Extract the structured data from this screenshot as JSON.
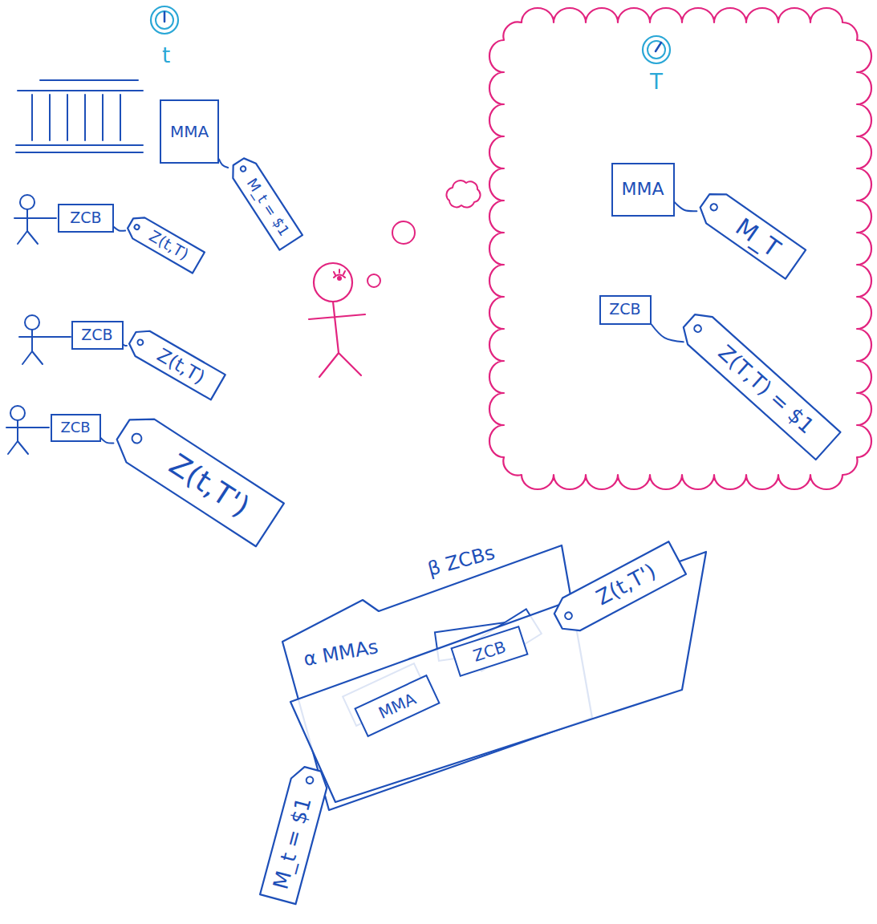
{
  "diagram": {
    "nodes": [
      {
        "text": [
          "MMA"
        ]
      },
      {
        "text": [
          "M_t = $1"
        ]
      },
      {
        "text": [
          "ZCB"
        ]
      },
      {
        "text": [
          "Z(t,T)"
        ]
      },
      {
        "text": [
          "ZCB"
        ]
      },
      {
        "text": [
          "Z(t,T)"
        ]
      },
      {
        "text": [
          "ZCB"
        ]
      },
      {
        "text": [
          "Z(t,T')"
        ]
      },
      {
        "text": [
          "MMA"
        ]
      },
      {
        "text": [
          "M_T"
        ]
      },
      {
        "text": [
          "ZCB"
        ]
      },
      {
        "text": [
          "Z(T,T) = $1"
        ]
      },
      {
        "text": [
          "β ZCBs",
          "α MMAs"
        ]
      },
      {
        "text": [
          "MMA"
        ],
        "in": 12
      },
      {
        "text": [
          "ZCB"
        ],
        "in": 12
      },
      {
        "text": [
          "M_t = $1"
        ]
      },
      {
        "text": [
          "Z(t,T')"
        ]
      }
    ],
    "edges": [
      {
        "from": 0,
        "to": 1,
        "arrow": "none"
      },
      {
        "from": 2,
        "to": 3,
        "arrow": "none"
      },
      {
        "from": 4,
        "to": 5,
        "arrow": "none"
      },
      {
        "from": 6,
        "to": 7,
        "arrow": "none"
      },
      {
        "from": 8,
        "to": 9,
        "arrow": "none"
      },
      {
        "from": 10,
        "to": 11,
        "arrow": "none"
      },
      {
        "from": 13,
        "to": 15,
        "arrow": "none"
      },
      {
        "from": 14,
        "to": 16,
        "arrow": "none"
      }
    ],
    "labels": [
      "t",
      "T"
    ]
  }
}
